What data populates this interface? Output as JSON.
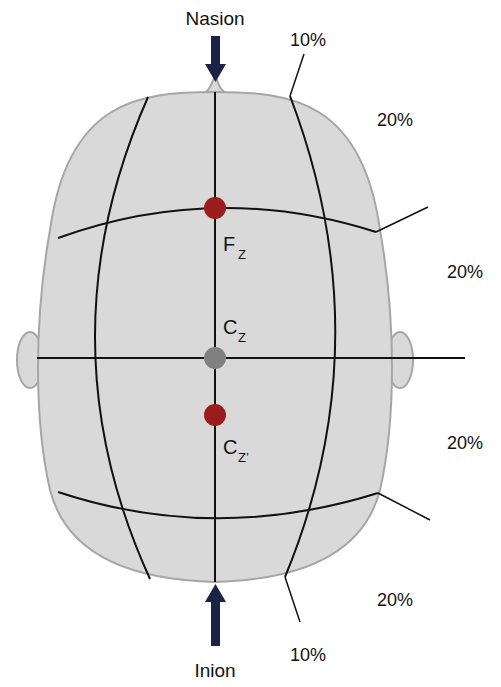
{
  "diagram": {
    "labels": [
      "Nasion",
      "10%",
      "20%",
      "20%",
      "20%",
      "20%",
      "10%",
      "Inion",
      "F",
      "Z",
      "C",
      "Z",
      "C",
      "Z’"
    ]
  }
}
